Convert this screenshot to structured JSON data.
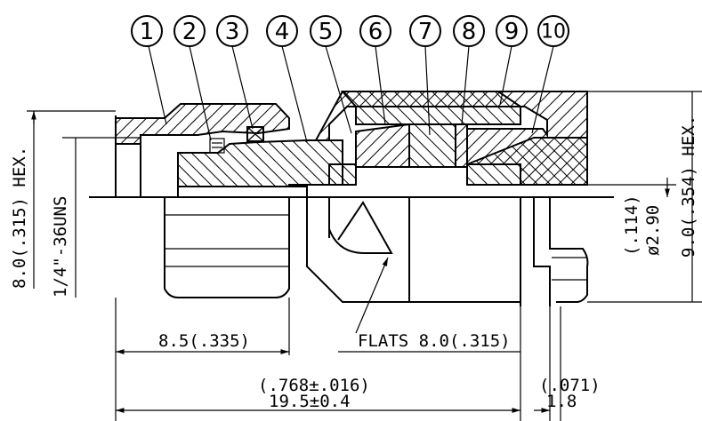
{
  "callouts": [
    "1",
    "2",
    "3",
    "4",
    "5",
    "6",
    "7",
    "8",
    "9",
    "10"
  ],
  "dimensions": {
    "hex_left": "8.0(.315) HEX.",
    "thread": "1/4\"-36UNS",
    "length_plug": "8.5(.335)",
    "flats": "FLATS 8.0(.315)",
    "overall_inch": "(.768±.016)",
    "overall_mm": "19.5±0.4",
    "pin_inch": "(.071)",
    "pin_mm": "1.8",
    "bore_inch": "(.114)",
    "bore_mm": "ø2.90",
    "hex_right": "9.0(.354) HEX."
  }
}
